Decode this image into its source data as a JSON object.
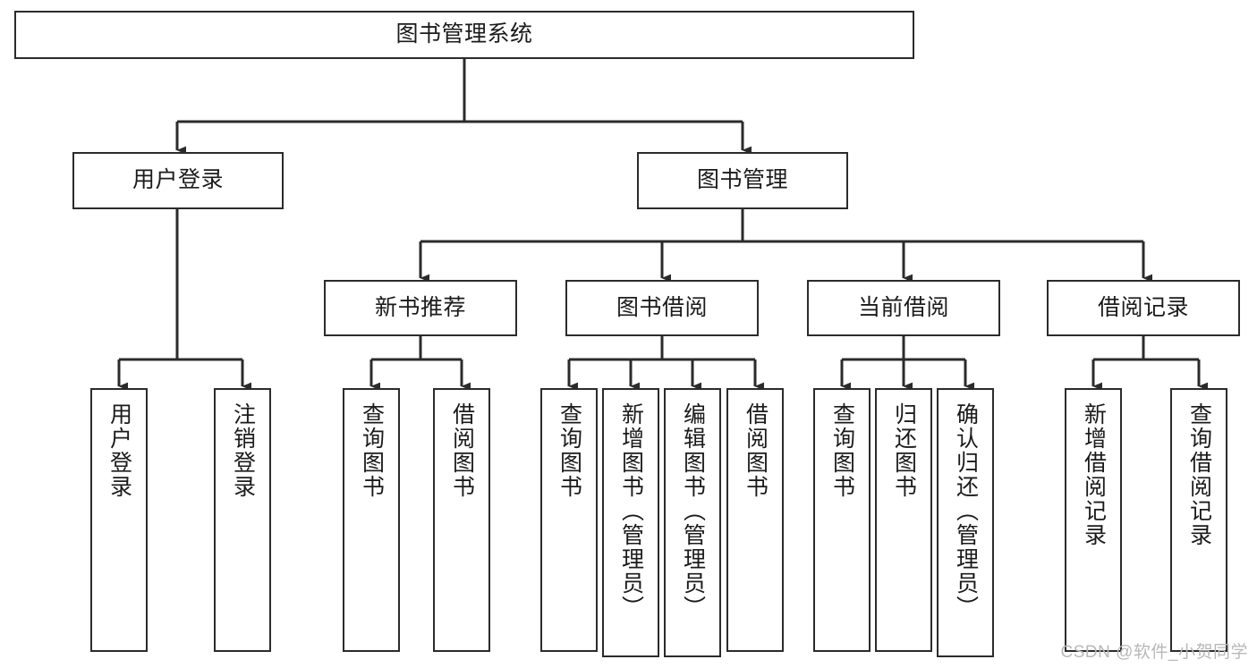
{
  "diagram": {
    "type": "tree-hierarchy-chart",
    "title": "图书管理系统",
    "watermark": "CSDN @软件_小贺同学",
    "colors": {
      "stroke": "#2b2b2b",
      "box_fill": "#ffffff",
      "text": "#1b1b1b",
      "background": "#ffffff",
      "watermark": "#b8b8b8"
    },
    "root": {
      "label": "图书管理系统"
    },
    "level2": [
      {
        "label": "用户登录"
      },
      {
        "label": "图书管理"
      }
    ],
    "level3": [
      {
        "label": "新书推荐"
      },
      {
        "label": "图书借阅"
      },
      {
        "label": "当前借阅"
      },
      {
        "label": "借阅记录"
      }
    ],
    "leaves": {
      "user_login": [
        {
          "label": "用户登录"
        },
        {
          "label": "注销登录"
        }
      ],
      "new_book_recommend": [
        {
          "label": "查询图书"
        },
        {
          "label": "借阅图书"
        }
      ],
      "book_borrow": [
        {
          "label": "查询图书"
        },
        {
          "label": "新增图书（管理员）"
        },
        {
          "label": "编辑图书（管理员）"
        },
        {
          "label": "借阅图书"
        }
      ],
      "current_borrow": [
        {
          "label": "查询图书"
        },
        {
          "label": "归还图书"
        },
        {
          "label": "确认归还（管理员）"
        }
      ],
      "borrow_records": [
        {
          "label": "新增借阅记录"
        },
        {
          "label": "查询借阅记录"
        }
      ]
    }
  }
}
